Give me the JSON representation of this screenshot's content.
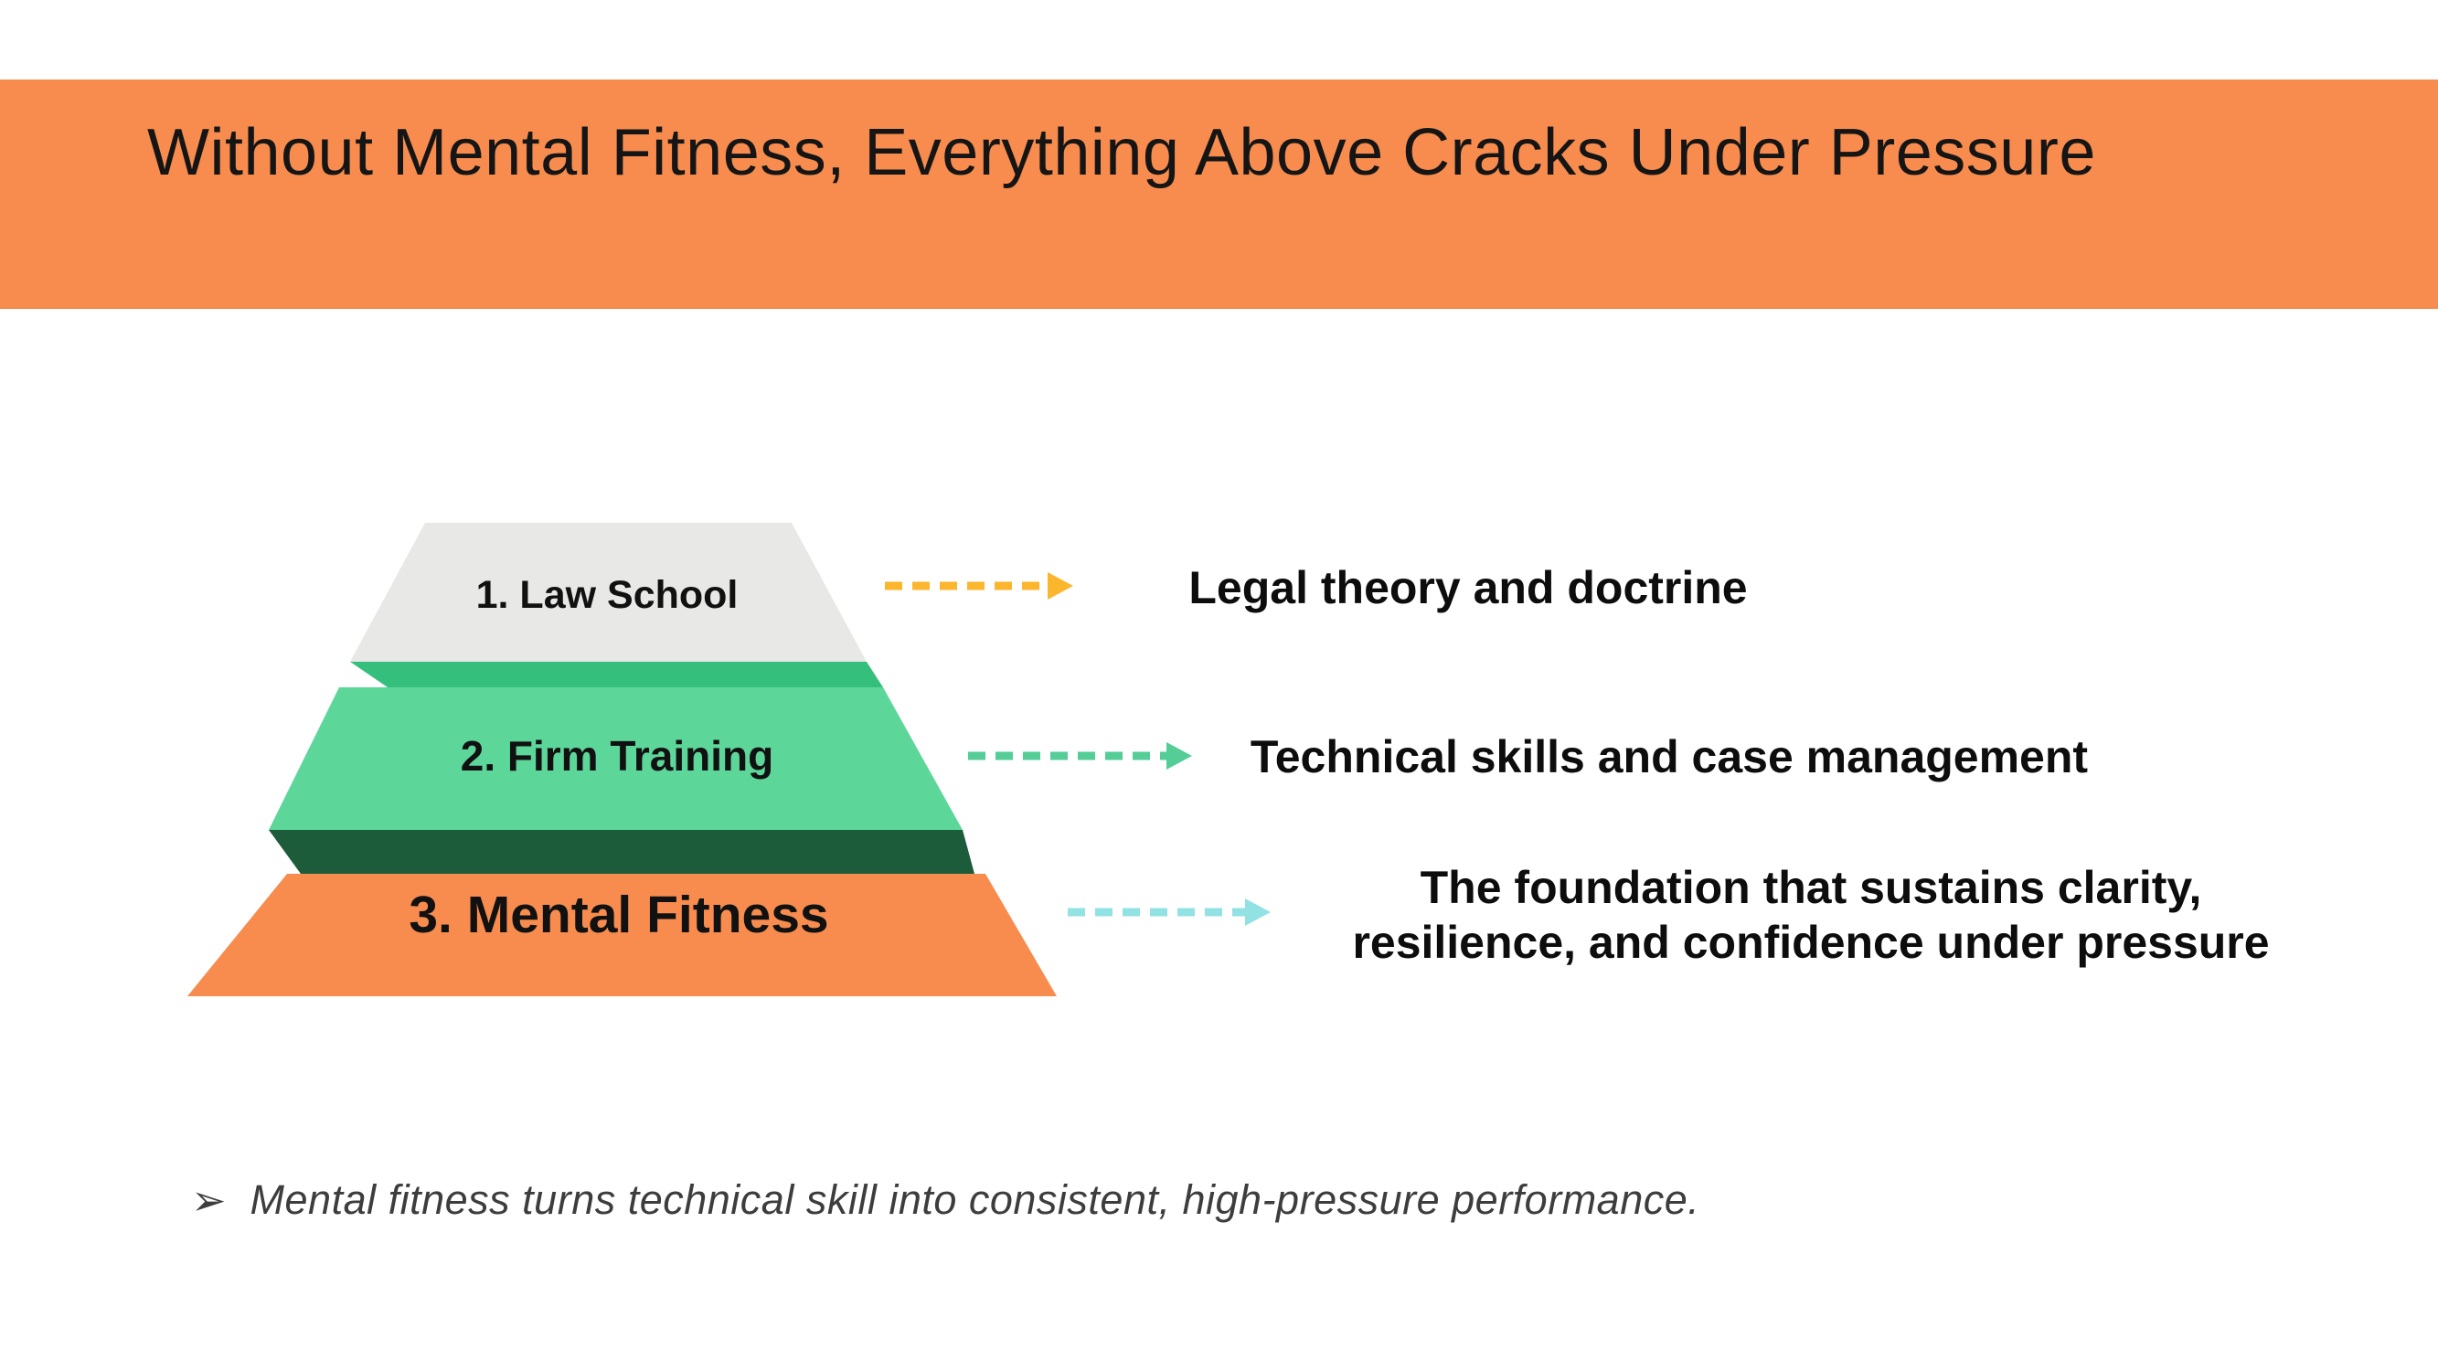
{
  "slide": {
    "title": "Without Mental Fitness, Everything Above Cracks Under Pressure",
    "header_color": "#F78C4E",
    "background_color": "#FFFFFF"
  },
  "pyramid": {
    "levels": [
      {
        "label": "1. Law School",
        "color": "#E8E8E6",
        "underside_color": "#35BF7D",
        "arrow_color": "#FBB62D",
        "description": "Legal theory and doctrine"
      },
      {
        "label": "2. Firm Training",
        "color": "#5DD69A",
        "underside_color": "#1C5C3B",
        "arrow_color": "#54CE96",
        "description": "Technical skills and case management"
      },
      {
        "label": "3. Mental Fitness",
        "color": "#F78C4E",
        "arrow_color": "#92E2E4",
        "description": "The foundation that sustains clarity, resilience, and confidence under pressure",
        "description_lines": [
          "The foundation that sustains clarity,",
          "resilience, and confidence under pressure"
        ]
      }
    ]
  },
  "footnote": {
    "bullet_icon": "➢",
    "text": "Mental fitness turns technical skill into consistent, high-pressure performance."
  }
}
